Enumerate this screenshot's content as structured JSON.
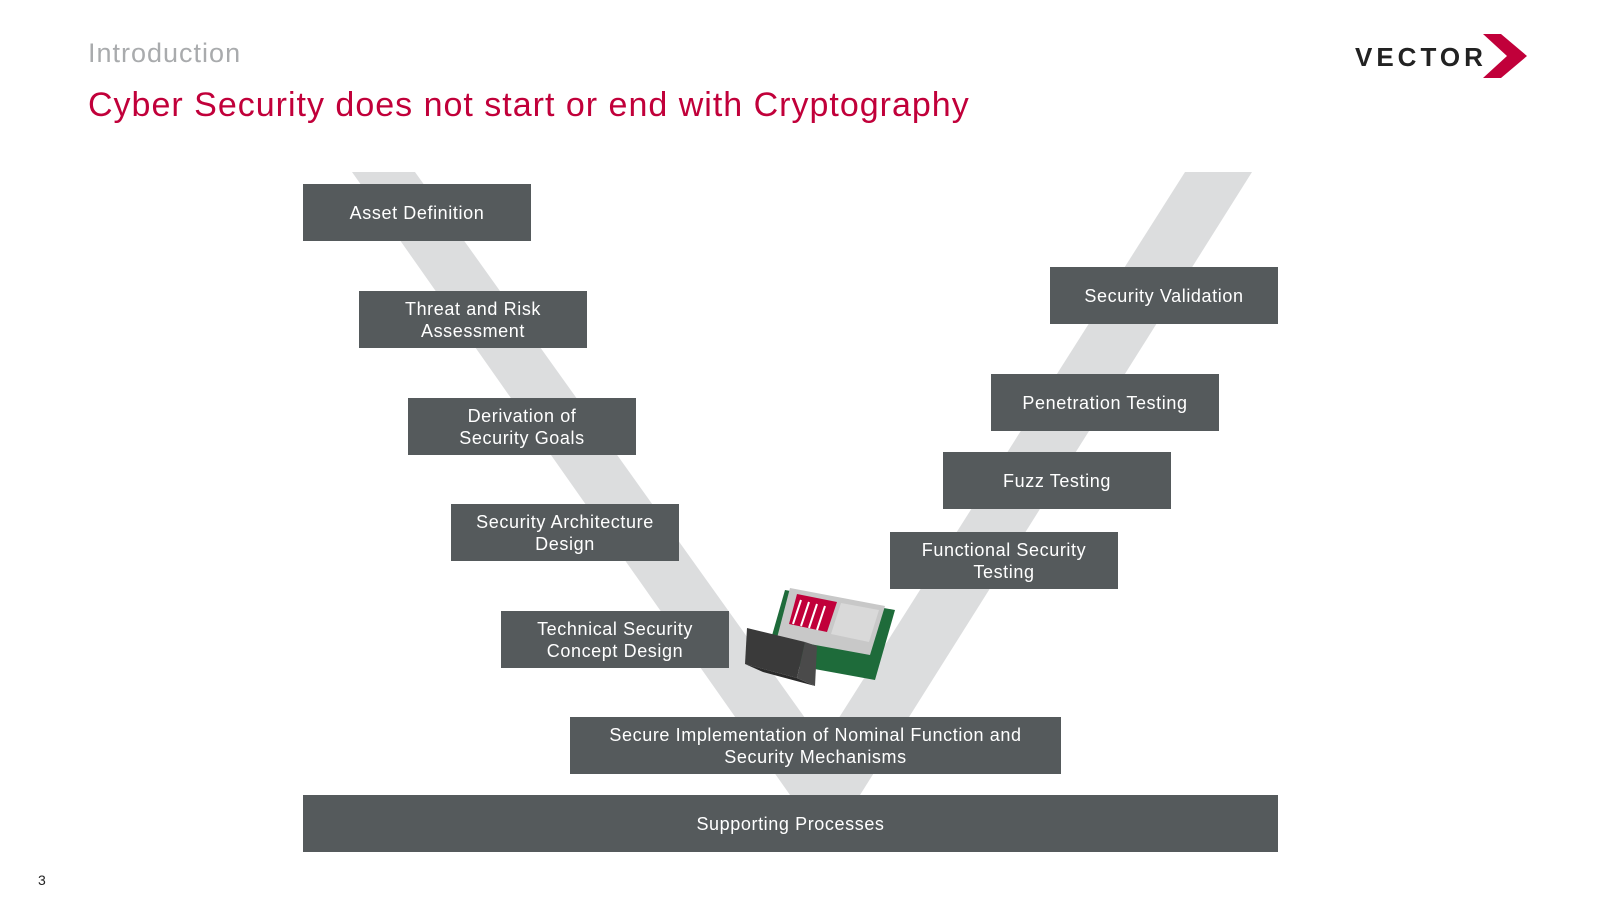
{
  "header": {
    "section": "Introduction",
    "title": "Cyber Security does not start or end with Cryptography"
  },
  "logo": {
    "text": "VECTOR",
    "accent_color": "#c1003a",
    "icon": "vector-chevron-logo"
  },
  "colors": {
    "box": "#555a5c",
    "v_band": "#dcddde",
    "title": "#c1003a",
    "section": "#a9abad"
  },
  "left_steps": [
    "Asset Definition",
    "Threat and Risk\nAssessment",
    "Derivation of\nSecurity Goals",
    "Security Architecture\nDesign",
    "Technical Security\nConcept Design"
  ],
  "bottom_step": "Secure Implementation of Nominal Function and\nSecurity Mechanisms",
  "right_steps": [
    "Functional Security\nTesting",
    "Fuzz Testing",
    "Penetration Testing",
    "Security Validation"
  ],
  "base": "Supporting Processes",
  "illustration": "ecu-board-icon",
  "page_number": "3"
}
